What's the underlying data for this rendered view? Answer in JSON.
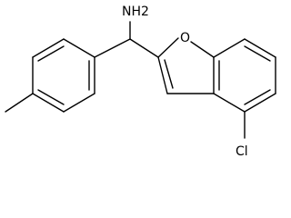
{
  "molecule": {
    "atom_labels": {
      "amine": "NH2",
      "ring_oxygen": "O",
      "chlorine": "Cl"
    }
  }
}
